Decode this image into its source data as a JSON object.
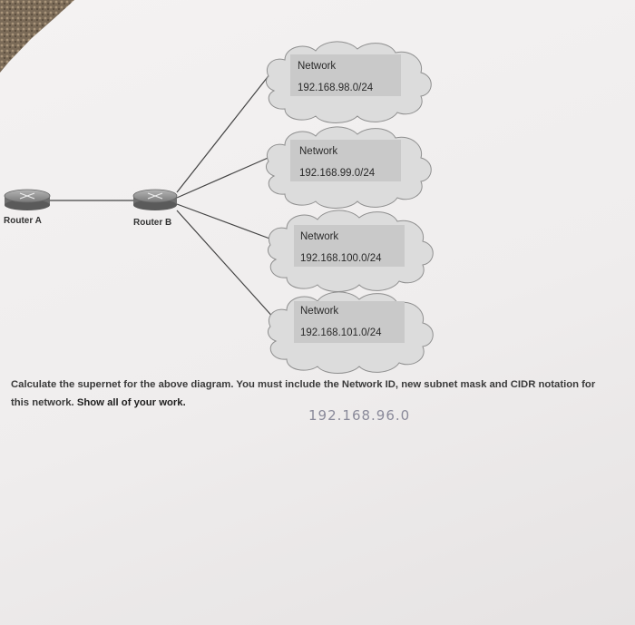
{
  "diagram": {
    "routers": [
      {
        "label": "Router A"
      },
      {
        "label": "Router B"
      }
    ],
    "networks": [
      {
        "title": "Network",
        "address": "192.168.98.0/24"
      },
      {
        "title": "Network",
        "address": "192.168.99.0/24"
      },
      {
        "title": "Network",
        "address": "192.168.100.0/24"
      },
      {
        "title": "Network",
        "address": "192.168.101.0/24"
      }
    ]
  },
  "question": {
    "text": "Calculate the supernet for the above diagram. You must include the Network ID, new subnet mask and CIDR notation for this network.",
    "emphasis": "Show all of your work."
  },
  "answer": {
    "handwritten": "192.168.96.0"
  },
  "colors": {
    "paper": "#efeded",
    "cloud": "#d9d9d9",
    "label_box": "#cfcfcf",
    "handwriting": "#8a8a9a"
  }
}
